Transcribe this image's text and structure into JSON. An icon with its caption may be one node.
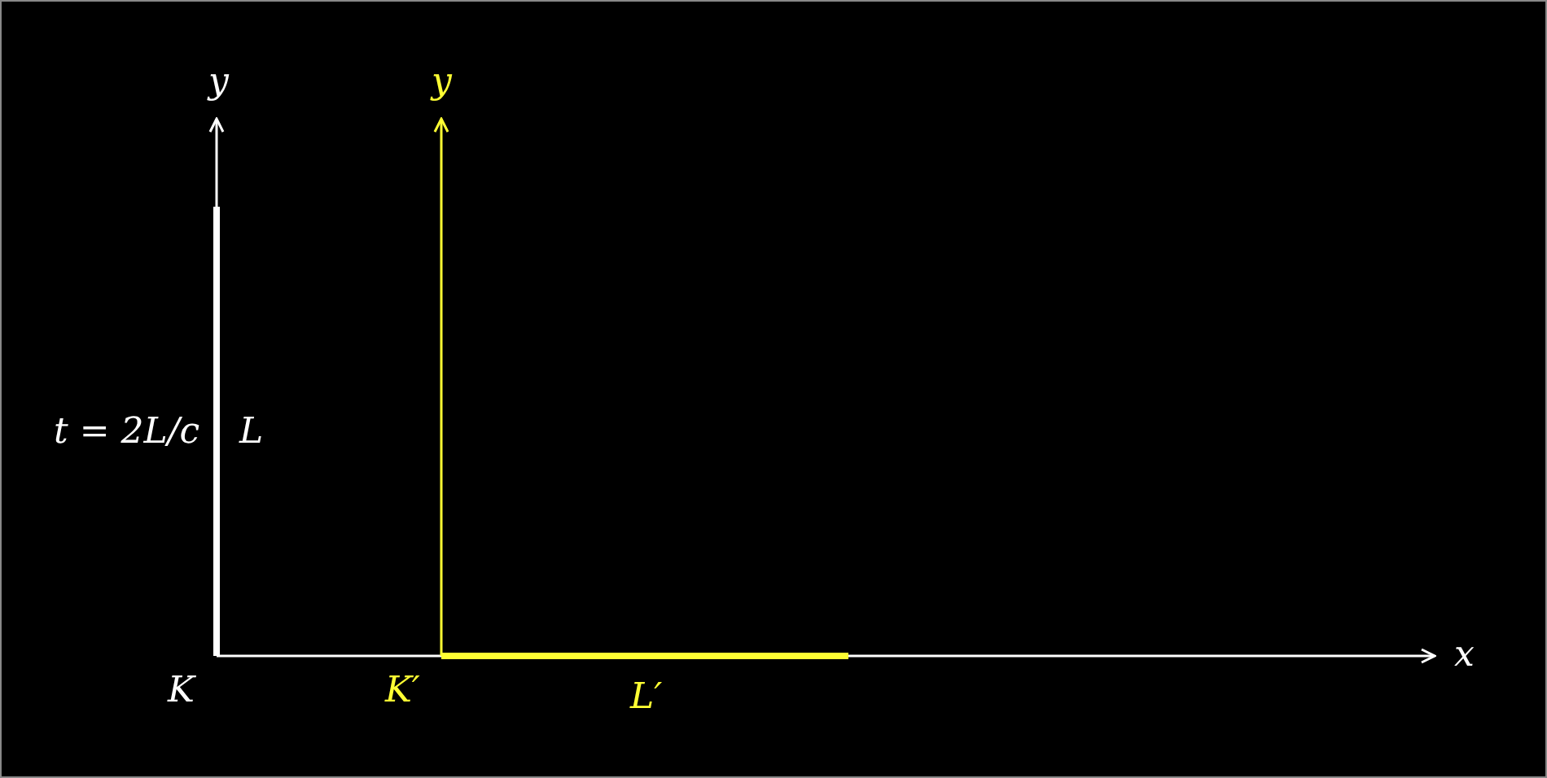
{
  "diagram": {
    "labels": [
      "y",
      "y",
      "t = 2L/c",
      "L",
      "x",
      "K",
      "K′",
      "L′"
    ]
  }
}
